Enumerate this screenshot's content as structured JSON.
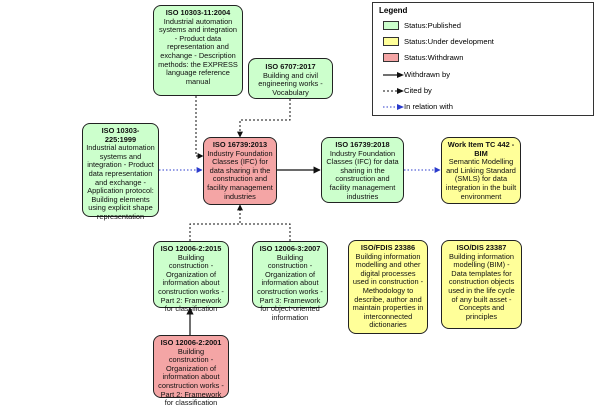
{
  "legend": {
    "title": "Legend",
    "items": [
      {
        "kind": "status",
        "label": "Status:Published",
        "color": "#ccffcc"
      },
      {
        "kind": "status",
        "label": "Status:Under development",
        "color": "#ffff99"
      },
      {
        "kind": "status",
        "label": "Status:Withdrawn",
        "color": "#f4a5a5"
      },
      {
        "kind": "edge",
        "label": "Withdrawn by",
        "style": "solid"
      },
      {
        "kind": "edge",
        "label": "Cited by",
        "style": "dashed"
      },
      {
        "kind": "edge",
        "label": "In relation with",
        "style": "dotted-blue"
      }
    ]
  },
  "nodes": {
    "iso10303_11": {
      "title": "ISO 10303-11:2004",
      "desc": "Industrial automation systems and integration - Product data representation and exchange - Description methods: the EXPRESS language reference manual",
      "status": "Published"
    },
    "iso6707": {
      "title": "ISO 6707:2017",
      "desc": "Building and civil engineering works - Vocabulary",
      "status": "Published"
    },
    "iso10303_225": {
      "title": "ISO 10303-225:1999",
      "desc": "Industrial automation systems and integration - Product data representation and exchange - Application protocol: Building elements using explicit shape representation",
      "status": "Published"
    },
    "iso16739_2013": {
      "title": "ISO 16739:2013",
      "desc": "Industry Foundation Classes (IFC) for data sharing in the construction and facility management industries",
      "status": "Withdrawn"
    },
    "iso16739_2018": {
      "title": "ISO 16739:2018",
      "desc": "Industry Foundation Classes (IFC) for data sharing in the construction and facility management industries",
      "status": "Published"
    },
    "tc442": {
      "title": "Work Item TC 442 - BIM",
      "desc": "Semantic Modelling and Linking Standard (SMLS) for data integration in the built environment",
      "status": "Under development"
    },
    "iso12006_2_2015": {
      "title": "ISO 12006-2:2015",
      "desc": "Building construction - Organization of information about construction works - Part 2: Framework for classification",
      "status": "Published"
    },
    "iso12006_3": {
      "title": "ISO 12006-3:2007",
      "desc": "Building construction - Organization of information about construction works - Part 3: Framework for object-oriented information",
      "status": "Published"
    },
    "iso23386": {
      "title": "ISO/FDIS 23386",
      "desc": "Building information modelling and other digital processes used in construction - Methodology to describe, author and maintain properties in interconnected dictionaries",
      "status": "Under development"
    },
    "iso23387": {
      "title": "ISO/DIS 23387",
      "desc": "Building information modelling (BIM) - Data templates for construction objects used in the life cycle of any built asset - Concepts and principles",
      "status": "Under development"
    },
    "iso12006_2_2001": {
      "title": "ISO 12006-2:2001",
      "desc": "Building construction - Organization of information about construction works - Part 2: Framework for classification",
      "status": "Withdrawn"
    }
  },
  "edges": [
    {
      "from": "iso10303_11",
      "to": "iso16739_2013",
      "relation": "Cited by"
    },
    {
      "from": "iso6707",
      "to": "iso16739_2013",
      "relation": "Cited by"
    },
    {
      "from": "iso10303_225",
      "to": "iso16739_2013",
      "relation": "In relation with"
    },
    {
      "from": "iso16739_2013",
      "to": "iso16739_2018",
      "relation": "Withdrawn by"
    },
    {
      "from": "iso16739_2018",
      "to": "tc442",
      "relation": "In relation with"
    },
    {
      "from": "iso12006_2_2015",
      "to": "iso16739_2013",
      "relation": "Cited by"
    },
    {
      "from": "iso12006_3",
      "to": "iso16739_2013",
      "relation": "Cited by"
    },
    {
      "from": "iso12006_2_2001",
      "to": "iso12006_2_2015",
      "relation": "Withdrawn by"
    }
  ]
}
